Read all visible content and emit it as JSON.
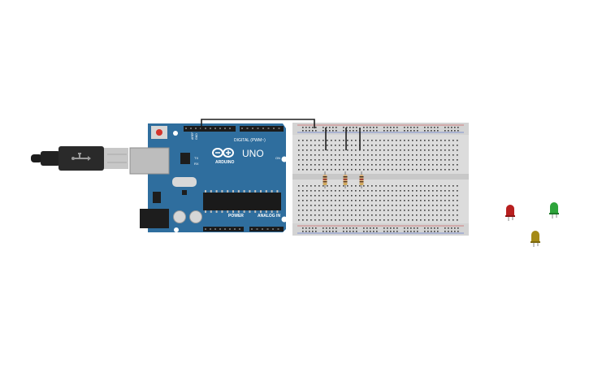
{
  "arduino": {
    "model_label": "UNO",
    "brand_label": "ARDUINO",
    "digital_label": "DIGITAL (PWM~)",
    "power_label": "POWER",
    "analog_label": "ANALOG IN",
    "on_label": "ON",
    "tx_label": "TX",
    "rx_label": "RX",
    "gnd_label": "GND",
    "aref_label": "AREF",
    "board_color": "#2f6e9e"
  },
  "breadboard": {
    "body_color": "#dcdcdc",
    "hole_color": "#3a3a3a"
  },
  "components": {
    "resistors": [
      "resistor-1",
      "resistor-2",
      "resistor-3"
    ],
    "leds": [
      {
        "name": "red-led",
        "color": "#b81f1f"
      },
      {
        "name": "green-led",
        "color": "#2ea43b"
      },
      {
        "name": "yellow-led",
        "color": "#a58a16"
      }
    ]
  }
}
